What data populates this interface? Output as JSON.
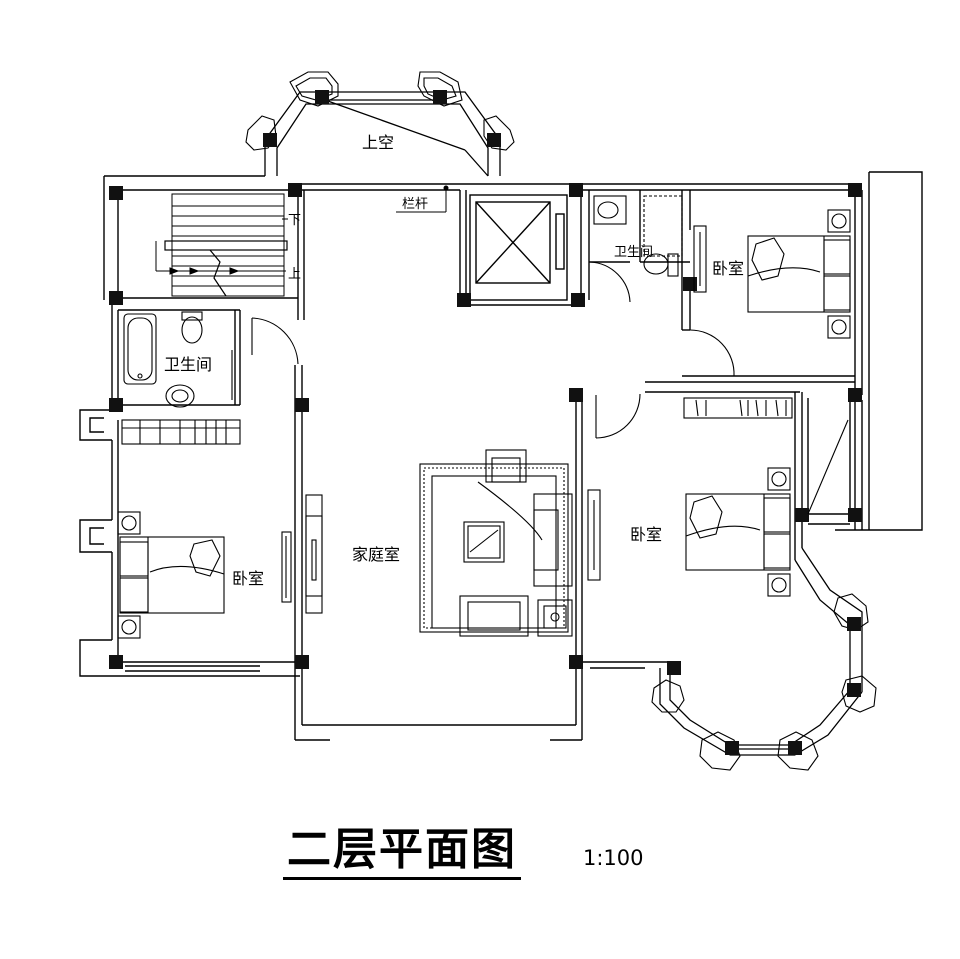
{
  "plan": {
    "title": "二层平面图",
    "scale": "1:100",
    "rooms": {
      "void_above": "上空",
      "railing": "栏杆",
      "stair_down": "下",
      "stair_up": "上",
      "bathroom_right": "卫生间",
      "bathroom_left": "卫生间",
      "bedroom_top_right": "卧室",
      "bedroom_mid_right": "卧室",
      "bedroom_left": "卧室",
      "family_room": "家庭室"
    }
  }
}
